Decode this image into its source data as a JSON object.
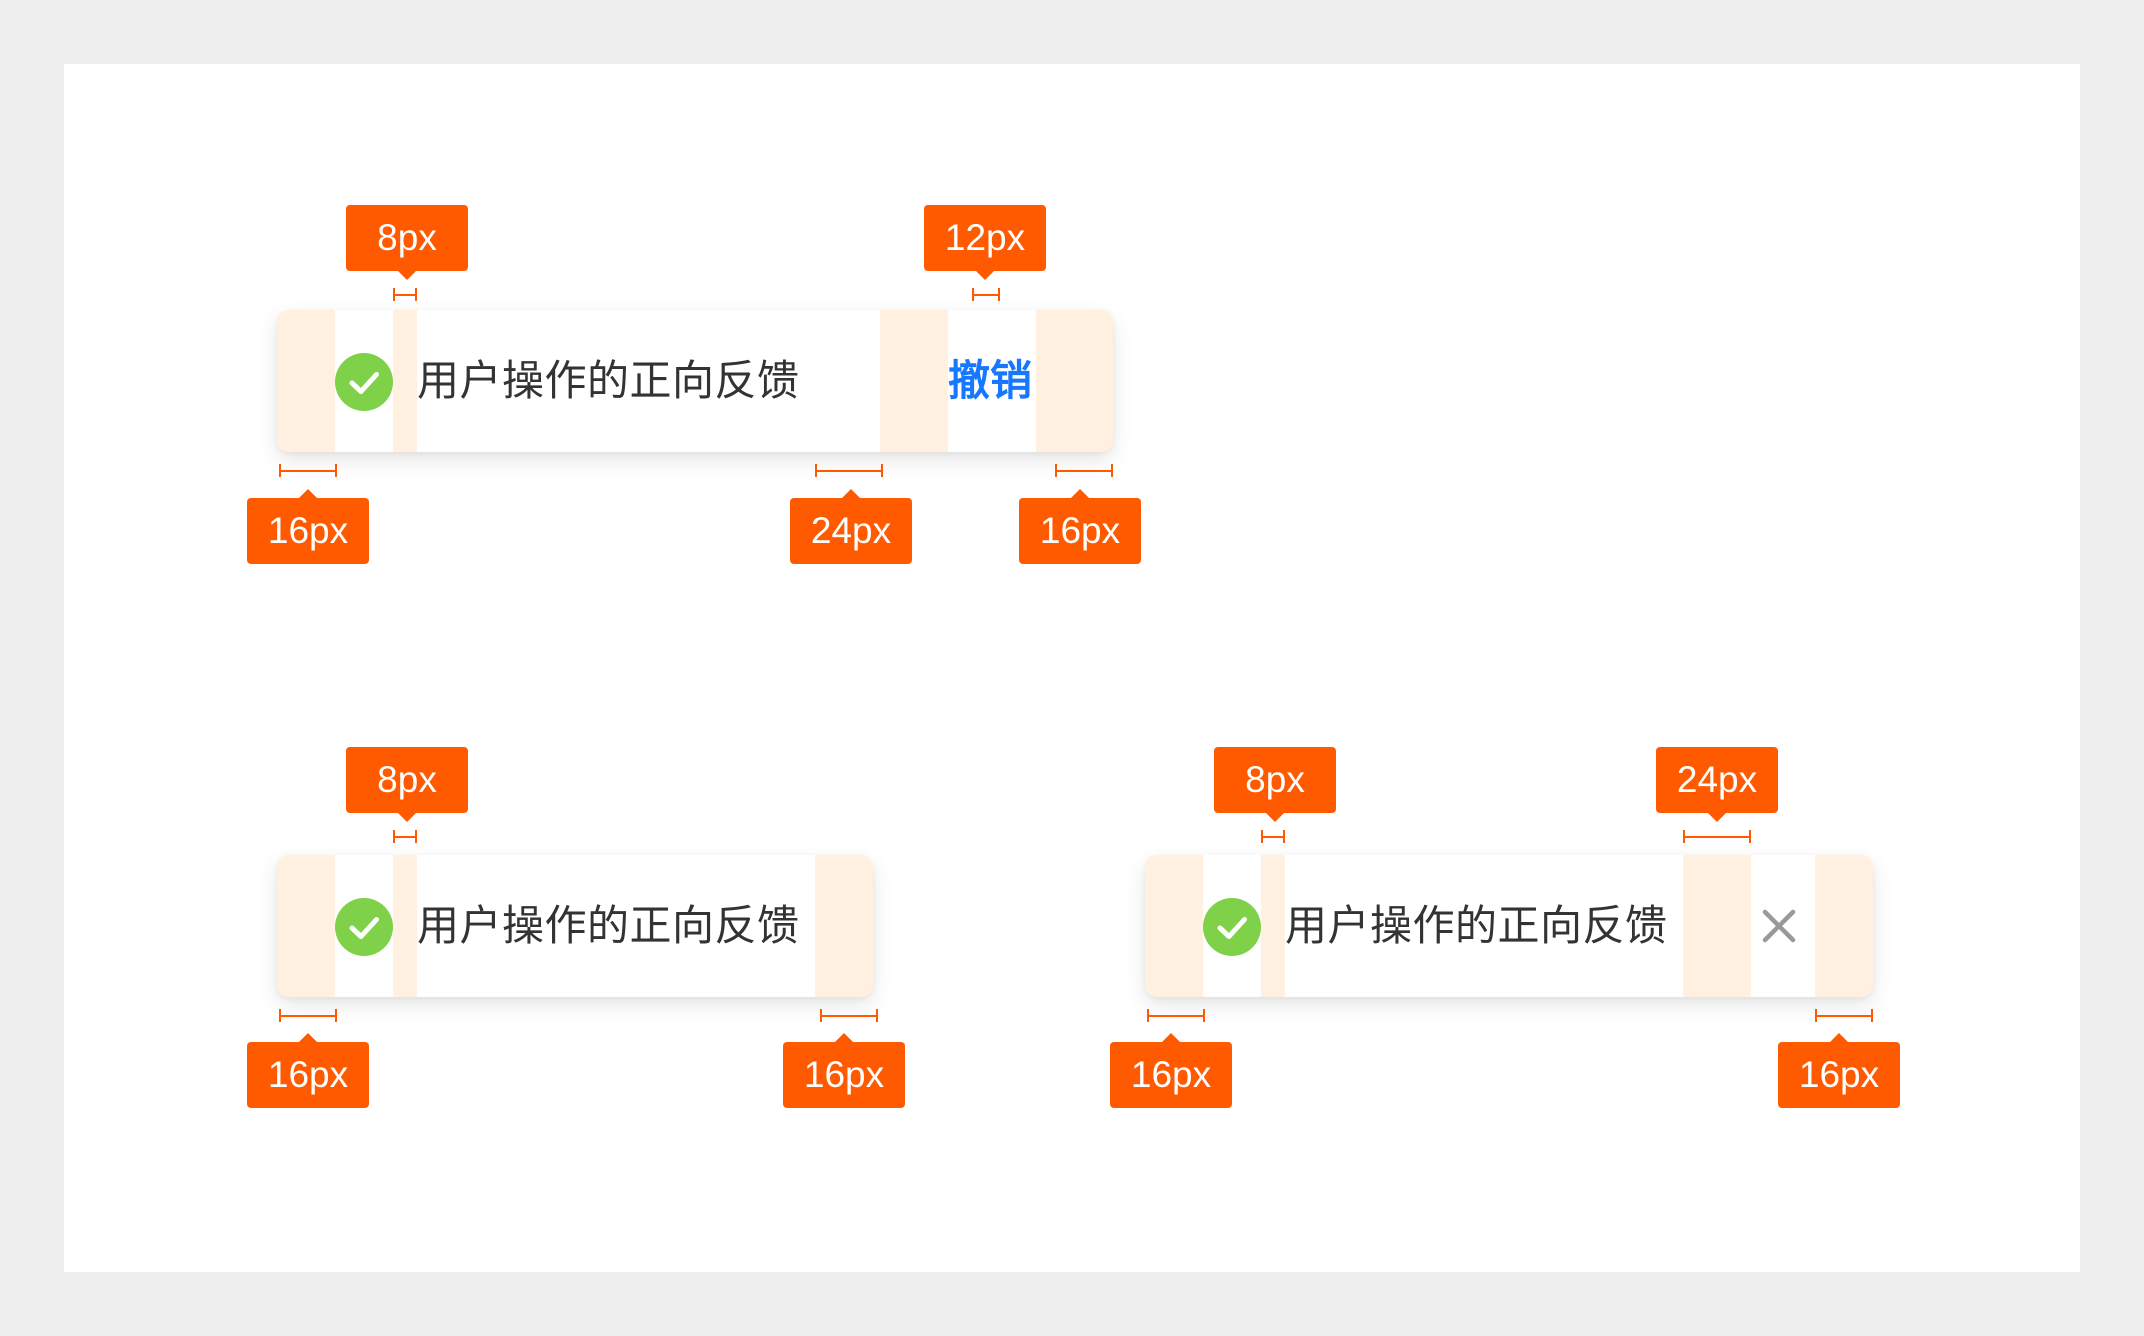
{
  "colors": {
    "accent": "#ff5a00",
    "padding_fill": "#fff0df",
    "success": "#7ed148",
    "link": "#1677ff",
    "close": "#999999",
    "text": "#333333"
  },
  "icons": {
    "success": "check-circle",
    "close": "close-x"
  },
  "spec_a": {
    "message": "用户操作的正向反馈",
    "action_label": "撤销",
    "labels": {
      "left_padding": "16px",
      "icon_gap": "8px",
      "text_action_gap": "24px",
      "action_close_gap": "12px",
      "right_padding": "16px"
    }
  },
  "spec_b": {
    "message": "用户操作的正向反馈",
    "labels": {
      "left_padding": "16px",
      "icon_gap": "8px",
      "right_padding": "16px"
    }
  },
  "spec_c": {
    "message": "用户操作的正向反馈",
    "labels": {
      "left_padding": "16px",
      "icon_gap": "8px",
      "text_close_gap": "24px",
      "right_padding": "16px"
    }
  }
}
